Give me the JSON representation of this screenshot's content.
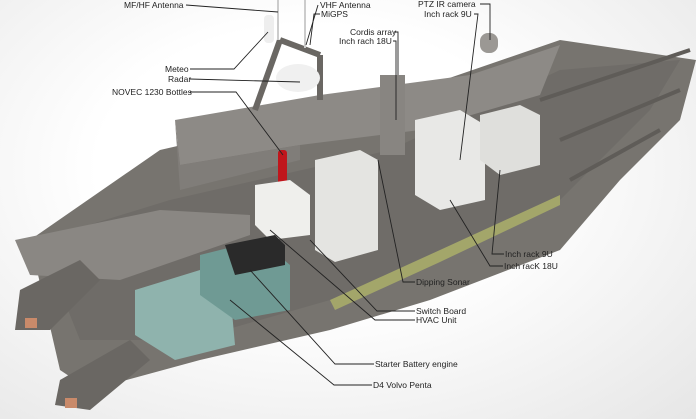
{
  "title": "Boat equipment layout diagram",
  "labels": {
    "mfhf_antenna": "MF/HF Antenna",
    "vhf_antenna": "VHF Antenna",
    "migps": "MiGPS",
    "ptz_camera": "PTZ IR camera",
    "rack_9u_top": "Inch rack 9U",
    "cordis_array": "Cordis array",
    "rack_18u_top": "Inch rach 18U",
    "meteo": "Meteo",
    "radar": "Radar",
    "novec": "NOVEC 1230 Bottles",
    "dipping_sonar": "Dipping Sonar",
    "switch_board": "Switch Board",
    "hvac": "HVAC Unit",
    "starter_battery": "Starter Battery engine",
    "volvo": "D4 Volvo Penta",
    "rack_9u_right": "Inch rack 9U",
    "rack_18u_right": "Inch racK 18U"
  },
  "colors": {
    "hull": "#7d7a76",
    "deck": "#8f8c88",
    "box": "#e6e6e3",
    "engine": "#8fb3ad",
    "red": "#c0161c",
    "leader": "#222222"
  }
}
